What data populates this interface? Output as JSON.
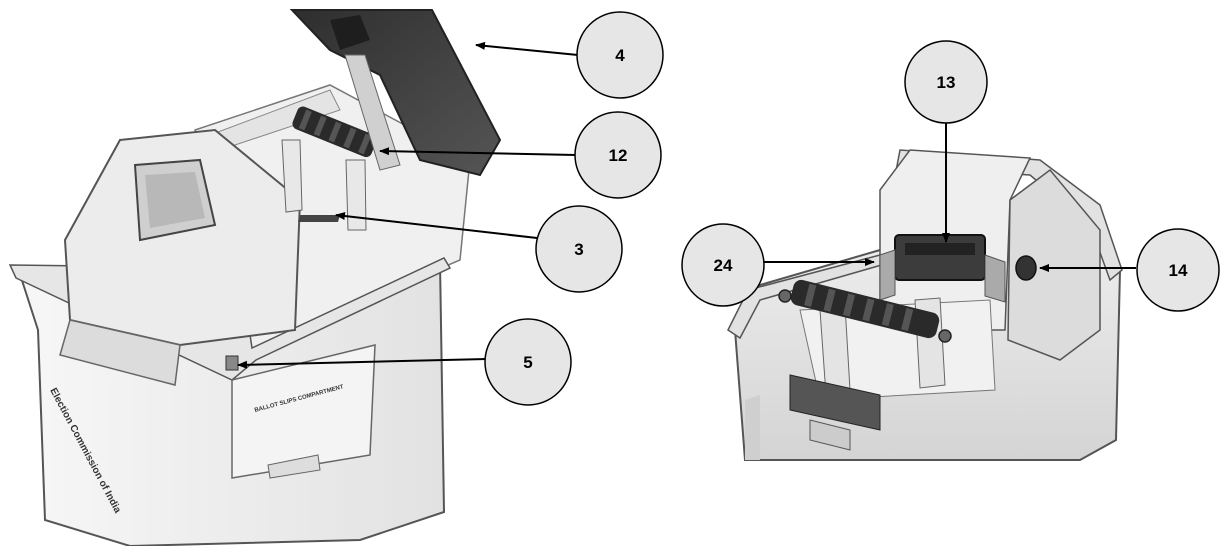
{
  "left_figure": {
    "callouts": [
      {
        "id": "c4",
        "label": "4"
      },
      {
        "id": "c12",
        "label": "12"
      },
      {
        "id": "c3",
        "label": "3"
      },
      {
        "id": "c5",
        "label": "5"
      }
    ],
    "side_text": "Election Commission of India",
    "door_text": "BALLOT SLIPS COMPARTMENT"
  },
  "right_figure": {
    "callouts": [
      {
        "id": "c13",
        "label": "13"
      },
      {
        "id": "c24",
        "label": "24"
      },
      {
        "id": "c14",
        "label": "14"
      }
    ]
  },
  "colors": {
    "callout_fill": "#e6e6e6",
    "body": "#f3f3f3",
    "outline": "#555555",
    "dark_part": "#3c3c3c",
    "roller": "#2a2a2a"
  }
}
